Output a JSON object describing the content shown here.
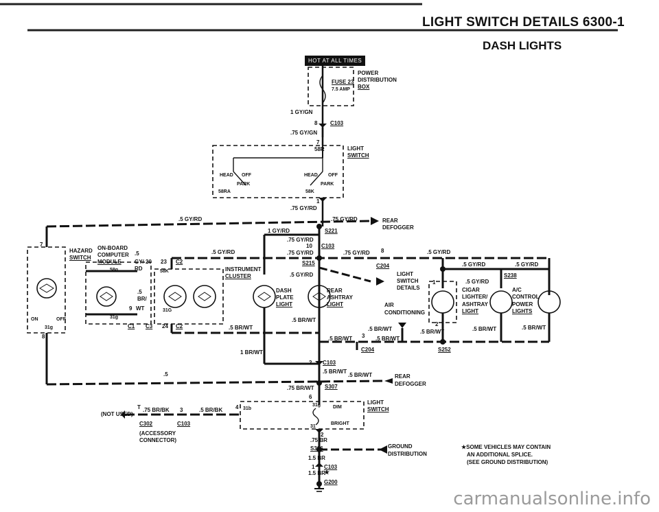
{
  "header": {
    "title": "LIGHT SWITCH DETAILS  6300-1",
    "subtitle": "DASH LIGHTS"
  },
  "badge": "HOT AT ALL TIMES",
  "fuse": {
    "name": "FUSE 23",
    "rating": "7.5 AMP"
  },
  "power_box": {
    "line1": "POWER",
    "line2": "DISTRIBUTION",
    "line3": "BOX"
  },
  "wires": {
    "w1": "1 GY/GN",
    "w2": ".75 GY/GN",
    "w3": ".75 GY/RD",
    "w4": ".5 GY/RD",
    "w5": ".75 GY/RD",
    "w6": ".75 GY/RD",
    "w7": ".75 GY/RD",
    "w8": ".5 GY/RD",
    "w9": ".5 GY/RD",
    "w10": ".75 GY/RD",
    "w11": ".5 GY/RD",
    "w12": ".5 GY/RD",
    "w13": ".5 GY/RD",
    "w14": ".5 GY/RD",
    "w15": "1 GY/RD",
    "w16": ".5 BR/WT",
    "w17": ".5 BR/WT",
    "w18": "1 BR/WT",
    "w19": ".5 BR/WT",
    "w20": ".5 BR/WT",
    "w21": ".5 BR/WT",
    "w22": ".5 BR/WT",
    "w23": ".5 BR/WT",
    "w24": ".5 BR/WT",
    "w25": ".5 BR/WT",
    "w26": ".75 BR/WT",
    "w27": ".75 BR/BK",
    "w28": ".5 BR/BK",
    "w29": ".75 BR",
    "w30": "1.5 BR",
    "w31": "1.5 BR",
    "w32": ".5 BR/WT",
    "w33": ".5"
  },
  "connectors": {
    "c103a": "C103",
    "c103b": "C103",
    "c103c": "C103",
    "c103d": "C103",
    "c103e": "C103",
    "c204a": "C204",
    "c204b": "C204",
    "c302": "C302",
    "c1": "C1",
    "c2a": "C2",
    "c2b": "C2",
    "c3": "C3"
  },
  "splices": {
    "s221": "S221",
    "s215": "S215",
    "s238": "S238",
    "s252": "S252",
    "s307": "S307",
    "s306": "S306",
    "g200": "G200"
  },
  "pins": {
    "p8a": "8",
    "p7a": "7",
    "p1a": "1",
    "p10": "10",
    "p8b": "8",
    "p7b": "7",
    "p8c": "8",
    "p23": "23",
    "p20": "20",
    "p24": "24",
    "p9": "9",
    "p2a": "2",
    "p6": "6",
    "p2b": "2",
    "p1b": "1",
    "p3a": "3",
    "p4": "4",
    "p3b": "3",
    "p1c": "1",
    "p2c": "2",
    "pT": "T",
    "pstar": "★"
  },
  "light_switch": {
    "label1": "LIGHT",
    "label2": "SWITCH",
    "t58r": "58R",
    "head1": "HEAD",
    "off1": "OFF",
    "park1": "PARK",
    "head2": "HEAD",
    "off2": "OFF",
    "park2": "PARK",
    "t58ra": "58RA",
    "t58k": "58K"
  },
  "rear_defogger_top": {
    "l1": "REAR",
    "l2": "DEFOGGER"
  },
  "rear_defogger_bottom": {
    "l1": "REAR",
    "l2": "DEFOGGER"
  },
  "hazard": {
    "l1": "HAZARD",
    "l2": "SWITCH",
    "on": "ON",
    "off": "OFF",
    "t31": "31g"
  },
  "obc": {
    "l1": "ON-BOARD",
    "l2": "COMPUTER",
    "l3": "MODULE",
    "t58": "58g",
    "gy": "GY/",
    "rd": "RD",
    "brwt1": ".5",
    "brwt2": "BR/",
    "wt": "WT",
    "t31": "31g",
    "p5": ".5"
  },
  "cluster": {
    "l1": "INSTRUMENT",
    "l2": "CLUSTER",
    "t58": "58K",
    "t31": "31G"
  },
  "dash_plate": {
    "l1": "DASH",
    "l2": "PLATE",
    "l3": "LIGHT"
  },
  "rear_ashtray": {
    "l1": "REAR",
    "l2": "ASHTRAY",
    "l3": "LIGHT"
  },
  "lsd": {
    "l1": "LIGHT",
    "l2": "SWITCH",
    "l3": "DETAILS"
  },
  "ac_lights": {
    "l1": "AIR",
    "l2": "CONDITIONING"
  },
  "cigar": {
    "l1": "CIGAR",
    "l2": "LIGHTER/",
    "l3": "ASHTRAY",
    "l4": "LIGHT"
  },
  "ac_control": {
    "l1": "A/C",
    "l2": "CONTROL",
    "l3": "POWER",
    "l4": "LIGHTS"
  },
  "dim_switch": {
    "l1": "LIGHT",
    "l2": "SWITCH",
    "dim": "DIM",
    "bright": "BRIGHT",
    "t31b": "31b",
    "t31g": "31g",
    "t31": "31"
  },
  "accessory": {
    "not_used": "(NOT USED)",
    "l1": "(ACCESSORY",
    "l2": "CONNECTOR)"
  },
  "ground_dist": {
    "l1": "GROUND",
    "l2": "DISTRIBUTION"
  },
  "note": {
    "l1": "★SOME VEHICLES MAY CONTAIN",
    "l2": "AN ADDITIONAL SPLICE.",
    "l3": "(SEE GROUND DISTRIBUTION)"
  },
  "watermark": "carmanualsonline.info"
}
